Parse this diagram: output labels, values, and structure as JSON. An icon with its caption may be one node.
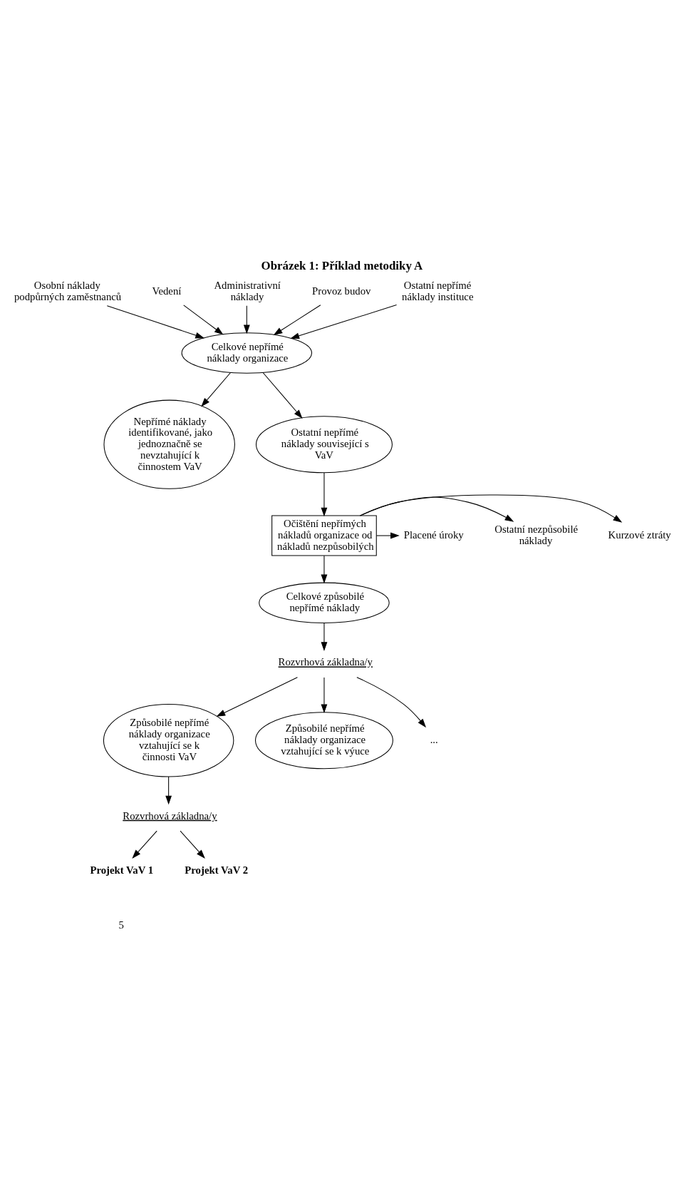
{
  "diagram": {
    "title": "Obrázek 1: Příklad metodiky A",
    "nodes": [
      {
        "text": [
          "Osobní náklady podpůrných zaměstnanců"
        ]
      },
      {
        "text": [
          "Vedení"
        ]
      },
      {
        "text": [
          "Celkové nepřímé náklady organizace"
        ]
      },
      {
        "text": [
          "Administrativní náklady"
        ]
      },
      {
        "text": [
          "Provoz budov"
        ]
      },
      {
        "text": [
          "Ostatní nepřímé náklady instituce"
        ]
      },
      {
        "text": [
          "Nepřímé náklady identifikované, jako jednoznačně se nevztahující k činnostem VaV"
        ]
      },
      {
        "text": [
          "Ostatní nepřímé náklady související s VaV"
        ]
      },
      {
        "text": [
          "Kurzové ztráty"
        ]
      },
      {
        "text": [
          "Ostatní nezpůsobilé náklady"
        ]
      },
      {
        "text": [
          "Očištění nepřímých nákladů organizace od nákladů nezpůsobilých"
        ]
      },
      {
        "text": [
          "Placené úroky"
        ]
      },
      {
        "text": [
          "Celkové způsobilé nepřímé náklady"
        ]
      },
      {
        "text": [
          "Rozvrhová základna/y"
        ]
      },
      {
        "text": [
          "Způsobilé nepřímé náklady organizace vztahující se k činnosti VaV"
        ]
      },
      {
        "text": [
          "Způsobilé nepřímé náklady organizace vztahující se k výuce"
        ]
      },
      {
        "text": [
          "..."
        ]
      },
      {
        "text": [
          "Rozvrhová základna/y"
        ]
      },
      {
        "text": [
          "Projekt VaV 1"
        ]
      },
      {
        "text": [
          "Projekt VaV 2"
        ]
      }
    ],
    "edges": [
      {
        "from": 0,
        "to": 2,
        "arrow": "to"
      },
      {
        "from": 1,
        "to": 2,
        "arrow": "to"
      },
      {
        "from": 3,
        "to": 2,
        "arrow": "to"
      },
      {
        "from": 4,
        "to": 2,
        "arrow": "to"
      },
      {
        "from": 5,
        "to": 2,
        "arrow": "to"
      },
      {
        "from": 2,
        "to": 6,
        "arrow": "to"
      },
      {
        "from": 2,
        "to": 7,
        "arrow": "to"
      },
      {
        "from": 7,
        "to": 10,
        "arrow": "to"
      },
      {
        "from": 10,
        "to": 8,
        "arrow": "to"
      },
      {
        "from": 10,
        "to": 9,
        "arrow": "to"
      },
      {
        "from": 10,
        "to": 11,
        "arrow": "to"
      },
      {
        "from": 10,
        "to": 12,
        "arrow": "to"
      },
      {
        "from": 12,
        "to": 13,
        "arrow": "to"
      },
      {
        "from": 13,
        "to": 14,
        "arrow": "to"
      },
      {
        "from": 13,
        "to": 15,
        "arrow": "to"
      },
      {
        "from": 13,
        "to": 16,
        "arrow": "to"
      },
      {
        "from": 14,
        "to": 17,
        "arrow": "to"
      },
      {
        "from": 17,
        "to": 18,
        "arrow": "to"
      },
      {
        "from": 17,
        "to": 19,
        "arrow": "to"
      }
    ],
    "labels": [
      "5"
    ]
  }
}
